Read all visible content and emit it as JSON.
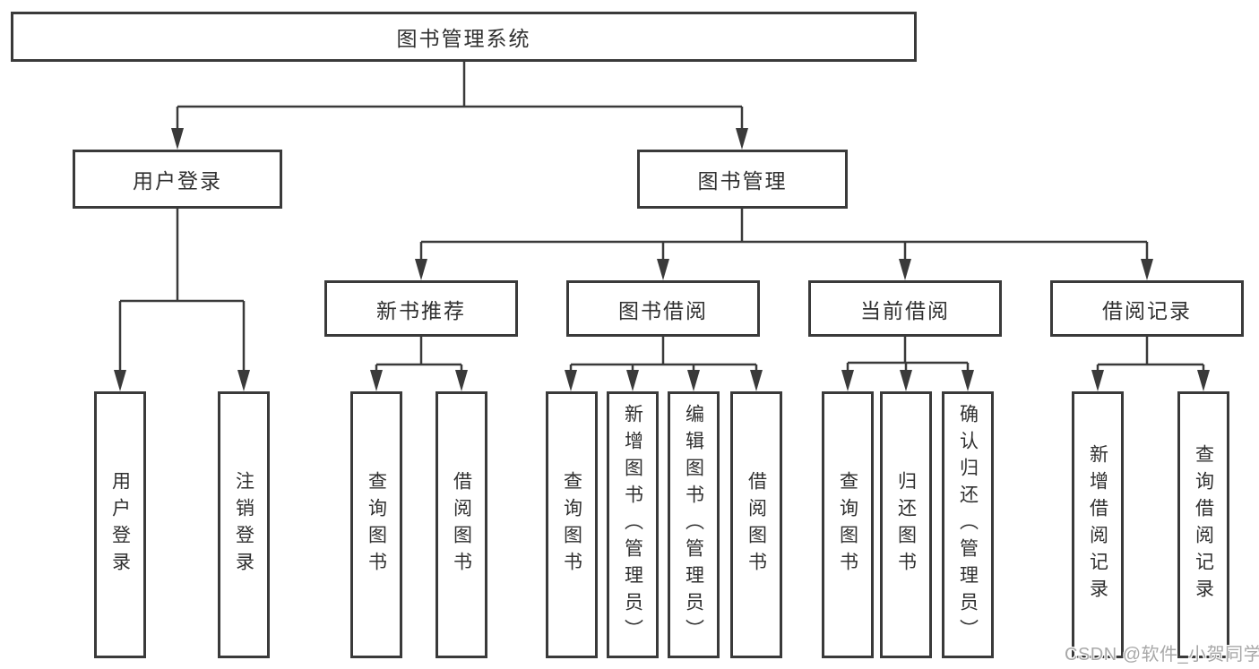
{
  "tree": {
    "root": {
      "label": "图书管理系统"
    },
    "branches": [
      {
        "label": "用户登录",
        "leaves": [
          {
            "label": "用户登录"
          },
          {
            "label": "注销登录"
          }
        ]
      },
      {
        "label": "图书管理",
        "groups": [
          {
            "label": "新书推荐",
            "leaves": [
              {
                "label": "查询图书"
              },
              {
                "label": "借阅图书"
              }
            ]
          },
          {
            "label": "图书借阅",
            "leaves": [
              {
                "label": "查询图书"
              },
              {
                "label": "新增图书（管理员）"
              },
              {
                "label": "编辑图书（管理员）"
              },
              {
                "label": "借阅图书"
              }
            ]
          },
          {
            "label": "当前借阅",
            "leaves": [
              {
                "label": "查询图书"
              },
              {
                "label": "归还图书"
              },
              {
                "label": "确认归还（管理员）"
              }
            ]
          },
          {
            "label": "借阅记录",
            "leaves": [
              {
                "label": "新增借阅记录"
              },
              {
                "label": "查询借阅记录"
              }
            ]
          }
        ]
      }
    ]
  },
  "watermark": {
    "text": "CSDN @软件_小贺同学"
  },
  "colors": {
    "line": "#3a3a3a",
    "text": "#303030",
    "watermark": "#a8a8a8",
    "background": "#ffffff"
  }
}
